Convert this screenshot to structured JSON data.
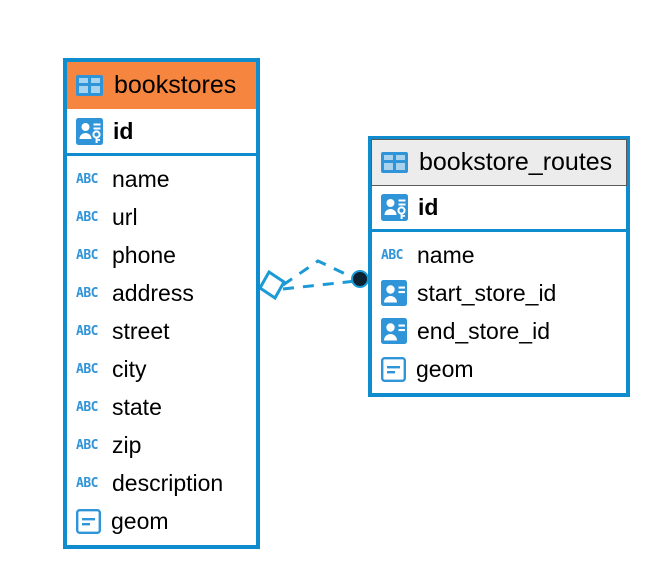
{
  "diagram": {
    "kind": "entity-relationship-diagram",
    "background_color": "#ffffff",
    "accent_color": "#0f8ccd",
    "selected_header_color": "#f5853f",
    "header_color": "#ececec",
    "icon_color": "#2f94d8",
    "relationship_line_color": "#1b9ad6"
  },
  "tables": [
    {
      "name": "bookstores",
      "selected": true,
      "table_icon": "table-icon",
      "primary_key": {
        "label": "id",
        "icon": "primary-key-icon"
      },
      "fields": [
        {
          "label": "name",
          "icon": "text-abc-icon",
          "icon_text": "ABC"
        },
        {
          "label": "url",
          "icon": "text-abc-icon",
          "icon_text": "ABC"
        },
        {
          "label": "phone",
          "icon": "text-abc-icon",
          "icon_text": "ABC"
        },
        {
          "label": "address",
          "icon": "text-abc-icon",
          "icon_text": "ABC"
        },
        {
          "label": "street",
          "icon": "text-abc-icon",
          "icon_text": "ABC"
        },
        {
          "label": "city",
          "icon": "text-abc-icon",
          "icon_text": "ABC"
        },
        {
          "label": "state",
          "icon": "text-abc-icon",
          "icon_text": "ABC"
        },
        {
          "label": "zip",
          "icon": "text-abc-icon",
          "icon_text": "ABC"
        },
        {
          "label": "description",
          "icon": "text-abc-icon",
          "icon_text": "ABC"
        },
        {
          "label": "geom",
          "icon": "geometry-icon",
          "icon_text": ""
        }
      ]
    },
    {
      "name": "bookstore_routes",
      "selected": false,
      "table_icon": "table-icon",
      "primary_key": {
        "label": "id",
        "icon": "primary-key-icon"
      },
      "fields": [
        {
          "label": "name",
          "icon": "text-abc-icon",
          "icon_text": "ABC"
        },
        {
          "label": "start_store_id",
          "icon": "foreign-key-icon",
          "icon_text": ""
        },
        {
          "label": "end_store_id",
          "icon": "foreign-key-icon",
          "icon_text": ""
        },
        {
          "label": "geom",
          "icon": "geometry-icon",
          "icon_text": ""
        }
      ]
    }
  ],
  "relationship": {
    "style": "dashed",
    "source_endpoint": "diamond-endpoint",
    "target_endpoint": "filled-circle-endpoint",
    "color": "#1b9ad6"
  }
}
